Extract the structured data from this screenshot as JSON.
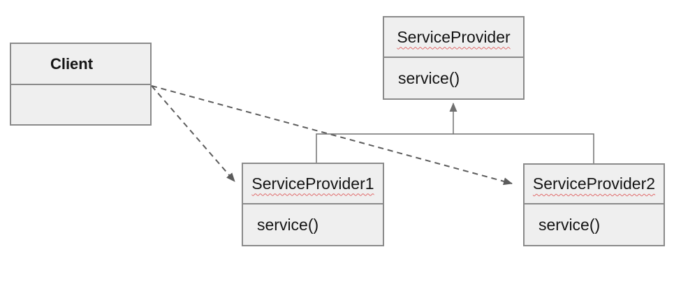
{
  "diagram": {
    "kind": "uml-class-diagram",
    "colors": {
      "background": "#ffffff",
      "box_fill": "#efefef",
      "box_border": "#8a8a8a",
      "text": "#141414",
      "dashed_edge": "#5c5c5c",
      "solid_edge": "#707070",
      "spellcheck_squiggle": "#e06a6a"
    },
    "classes": [
      {
        "name": "Client",
        "method": "",
        "title_bold": true,
        "misspelled_underline": false
      },
      {
        "name": "ServiceProvider",
        "method": "service()",
        "title_bold": false,
        "misspelled_underline": true
      },
      {
        "name": "ServiceProvider1",
        "method": "service()",
        "title_bold": false,
        "misspelled_underline": true
      },
      {
        "name": "ServiceProvider2",
        "method": "service()",
        "title_bold": false,
        "misspelled_underline": true
      }
    ],
    "relations": [
      {
        "type": "dashed-arrow",
        "from": "Client",
        "to": "ServiceProvider1"
      },
      {
        "type": "dashed-arrow",
        "from": "Client",
        "to": "ServiceProvider2"
      },
      {
        "type": "solid-arrow-tree",
        "from": "ServiceProvider1, ServiceProvider2",
        "to": "ServiceProvider"
      }
    ]
  }
}
